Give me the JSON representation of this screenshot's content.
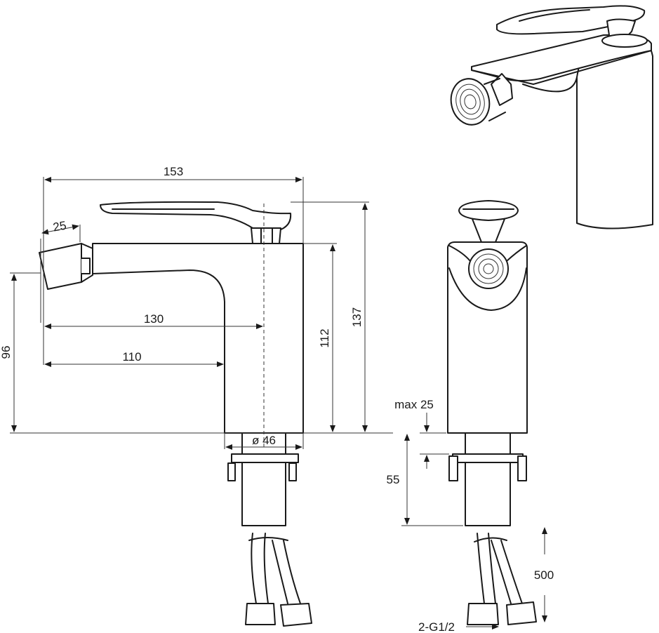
{
  "dimensions": {
    "overall_length": "153",
    "aerator_length": "25",
    "spout_reach": "130",
    "spout_to_body": "110",
    "spout_height": "96",
    "body_height": "112",
    "total_height": "137",
    "base_diameter": "ø 46",
    "max_deck": "max 25",
    "shank_length": "55",
    "hose_length": "500",
    "connection": "2-G1/2"
  }
}
